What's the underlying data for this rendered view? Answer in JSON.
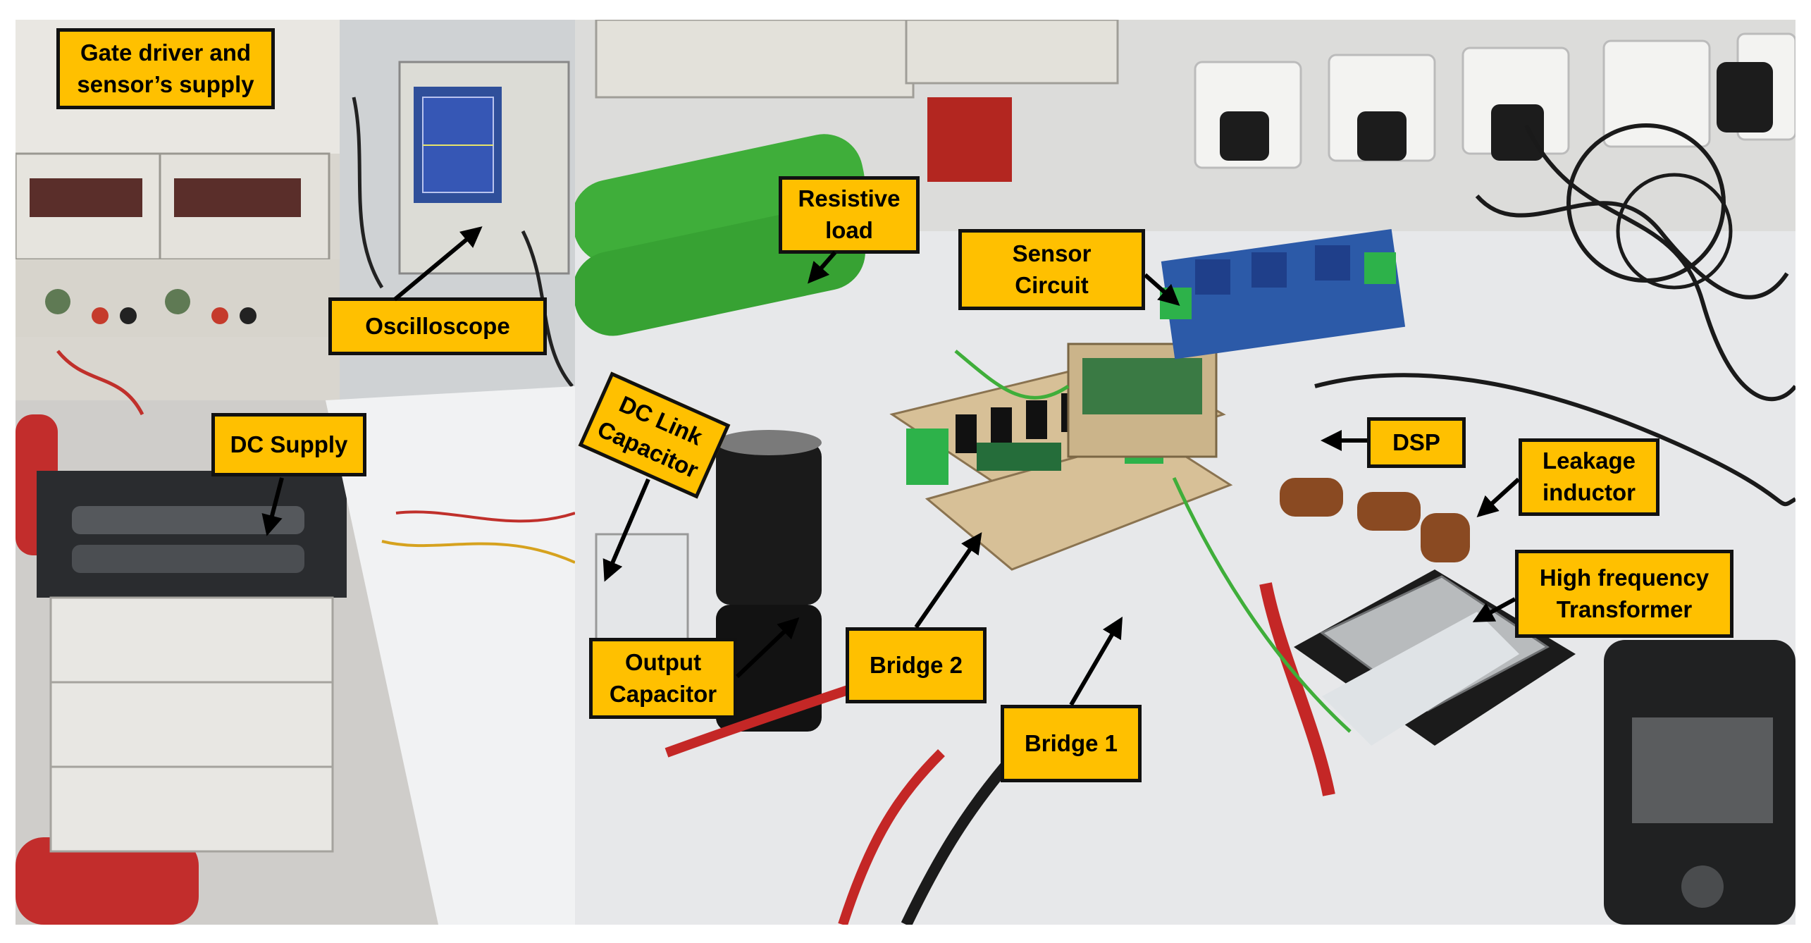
{
  "figure": {
    "colors": {
      "label_fill": "#ffc000",
      "label_border": "#111111",
      "arrow": "#000000",
      "frame": "#ffffff"
    },
    "photos": [
      "lab-bench-power-supplies-photo",
      "converter-prototype-photo"
    ],
    "labels": {
      "gate_driver": "Gate driver and\nsensor’s supply",
      "oscilloscope": "Oscilloscope",
      "dc_supply": "DC Supply",
      "resistive_load": "Resistive\nload",
      "sensor_circuit": "Sensor\nCircuit",
      "dc_link_capacitor": "DC Link\nCapacitor",
      "dsp": "DSP",
      "leakage_inductor": "Leakage\ninductor",
      "hf_transformer": "High frequency\nTransformer",
      "output_capacitor": "Output\nCapacitor",
      "bridge2": "Bridge 2",
      "bridge1": "Bridge 1"
    }
  }
}
